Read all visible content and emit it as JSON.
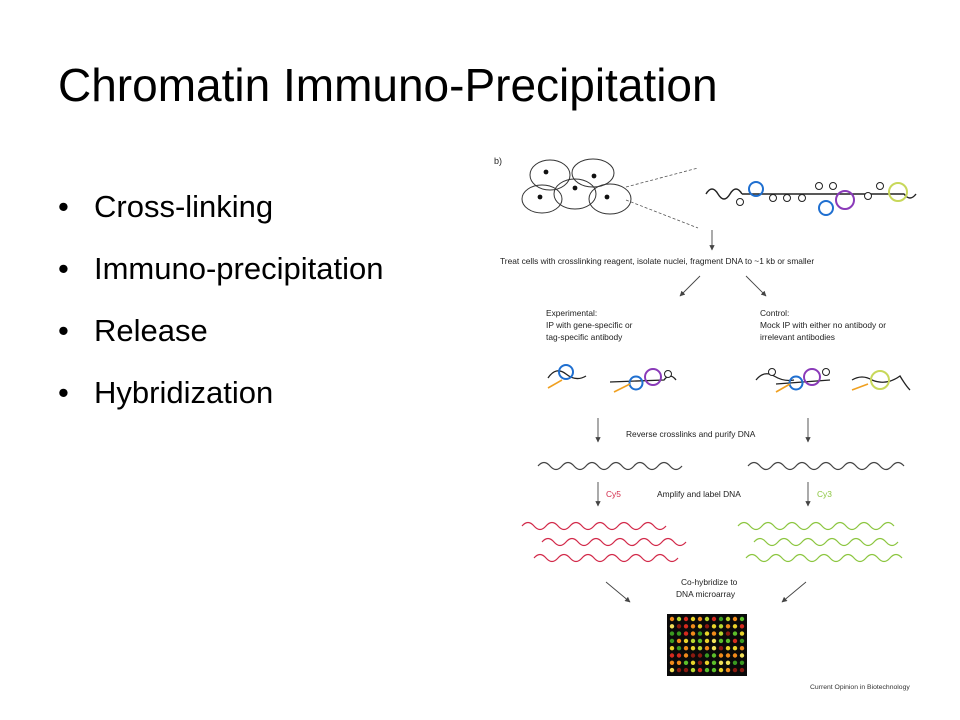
{
  "title": "Chromatin Immuno-Precipitation",
  "bullets": [
    "Cross-linking",
    "Immuno-precipitation",
    "Release",
    "Hybridization"
  ],
  "diagram": {
    "panel_label": "b)",
    "step1": "Treat cells with crosslinking reagent, isolate nuclei, fragment DNA to ~1 kb or smaller",
    "experimental": [
      "Experimental:",
      "IP with gene-specific or",
      "tag-specific antibody"
    ],
    "control": [
      "Control:",
      "Mock IP with either no antibody or",
      "irrelevant antibodies"
    ],
    "step2": "Reverse crosslinks and purify DNA",
    "cy5": "Cy5",
    "step3": "Amplify and label DNA",
    "cy3": "Cy3",
    "step4": [
      "Co-hybridize to",
      "DNA microarray"
    ],
    "credit": "Current Opinion in Biotechnology",
    "colors": {
      "cy5": "#d22a4a",
      "cy3": "#8cc640",
      "protein_blue": "#1f6fd0",
      "protein_purple": "#8a3ab9",
      "protein_yellow": "#d8e36a",
      "antibody": "#f0a020"
    }
  }
}
